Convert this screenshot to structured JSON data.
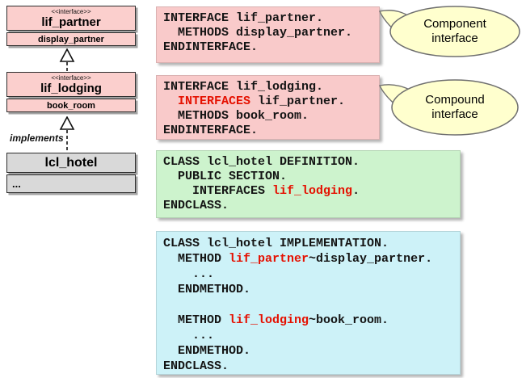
{
  "uml": {
    "interface_boxes": [
      {
        "stereotype": "<<interface>>",
        "name": "lif_partner",
        "member": "display_partner"
      },
      {
        "stereotype": "<<interface>>",
        "name": "lif_lodging",
        "member": "book_room"
      }
    ],
    "class_box": {
      "name": "lcl_hotel",
      "member": "..."
    },
    "implements_label": "implements"
  },
  "callouts": [
    {
      "label": "Component interface"
    },
    {
      "label": "Compound interface"
    }
  ],
  "code_blocks": [
    {
      "title": "interface lif_partner definition",
      "lines": [
        [
          {
            "t": "INTERFACE lif_partner.",
            "c": "k"
          }
        ],
        [
          {
            "t": "  METHODS display_partner.",
            "c": "k"
          }
        ],
        [
          {
            "t": "ENDINTERFACE.",
            "c": "k"
          }
        ]
      ]
    },
    {
      "title": "interface lif_lodging definition",
      "lines": [
        [
          {
            "t": "INTERFACE lif_lodging.",
            "c": "k"
          }
        ],
        [
          {
            "t": "  ",
            "c": "k"
          },
          {
            "t": "INTERFACES",
            "c": "r"
          },
          {
            "t": " lif_partner.",
            "c": "k"
          }
        ],
        [
          {
            "t": "  METHODS book_room.",
            "c": "k"
          }
        ],
        [
          {
            "t": "ENDINTERFACE.",
            "c": "k"
          }
        ]
      ]
    },
    {
      "title": "class lcl_hotel definition",
      "lines": [
        [
          {
            "t": "CLASS lcl_hotel DEFINITION.",
            "c": "k"
          }
        ],
        [
          {
            "t": "  PUBLIC SECTION.",
            "c": "k"
          }
        ],
        [
          {
            "t": "    INTERFACES ",
            "c": "k"
          },
          {
            "t": "lif_lodging",
            "c": "r"
          },
          {
            "t": ".",
            "c": "k"
          }
        ],
        [
          {
            "t": "ENDCLASS.",
            "c": "k"
          }
        ]
      ]
    },
    {
      "title": "class lcl_hotel implementation",
      "lines": [
        [
          {
            "t": "CLASS lcl_hotel IMPLEMENTATION.",
            "c": "k"
          }
        ],
        [
          {
            "t": "  METHOD ",
            "c": "k"
          },
          {
            "t": "lif_partner",
            "c": "r"
          },
          {
            "t": "~display_partner.",
            "c": "k"
          }
        ],
        [
          {
            "t": "    ...",
            "c": "k"
          }
        ],
        [
          {
            "t": "  ENDMETHOD.",
            "c": "k"
          }
        ],
        [
          {
            "t": "",
            "c": "k"
          }
        ],
        [
          {
            "t": "  METHOD ",
            "c": "k"
          },
          {
            "t": "lif_lodging",
            "c": "r"
          },
          {
            "t": "~book_room.",
            "c": "k"
          }
        ],
        [
          {
            "t": "    ...",
            "c": "k"
          }
        ],
        [
          {
            "t": "  ENDMETHOD.",
            "c": "k"
          }
        ],
        [
          {
            "t": "ENDCLASS.",
            "c": "k"
          }
        ]
      ]
    }
  ],
  "colors": {
    "keyword_red": "#e51000",
    "interface_pink": "#f9caca",
    "definition_green": "#cdf3cd",
    "implementation_cyan": "#cdf2f8",
    "callout_cream": "#ffffce",
    "class_gray": "#d9d9d9"
  }
}
